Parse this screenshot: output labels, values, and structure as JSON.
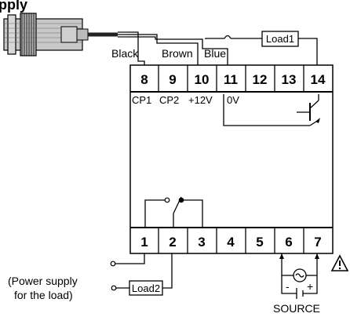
{
  "header": {
    "partial_text": "pply"
  },
  "wires": {
    "black": "Black",
    "brown": "Brown",
    "blue": "Blue"
  },
  "loads": {
    "load1": "Load1",
    "load2": "Load2"
  },
  "terminals_top": {
    "numbers": [
      "8",
      "9",
      "10",
      "11",
      "12",
      "13",
      "14"
    ],
    "labels": [
      "CP1",
      "CP2",
      "+12V",
      "0V"
    ]
  },
  "terminals_bottom": {
    "numbers": [
      "1",
      "2",
      "3",
      "4",
      "5",
      "6",
      "7"
    ]
  },
  "power_supply": {
    "line1": "(Power supply",
    "line2": "for the load)"
  },
  "source": {
    "label": "SOURCE",
    "minus": "-",
    "plus": "+"
  },
  "warning_symbol": "warning-triangle-icon"
}
